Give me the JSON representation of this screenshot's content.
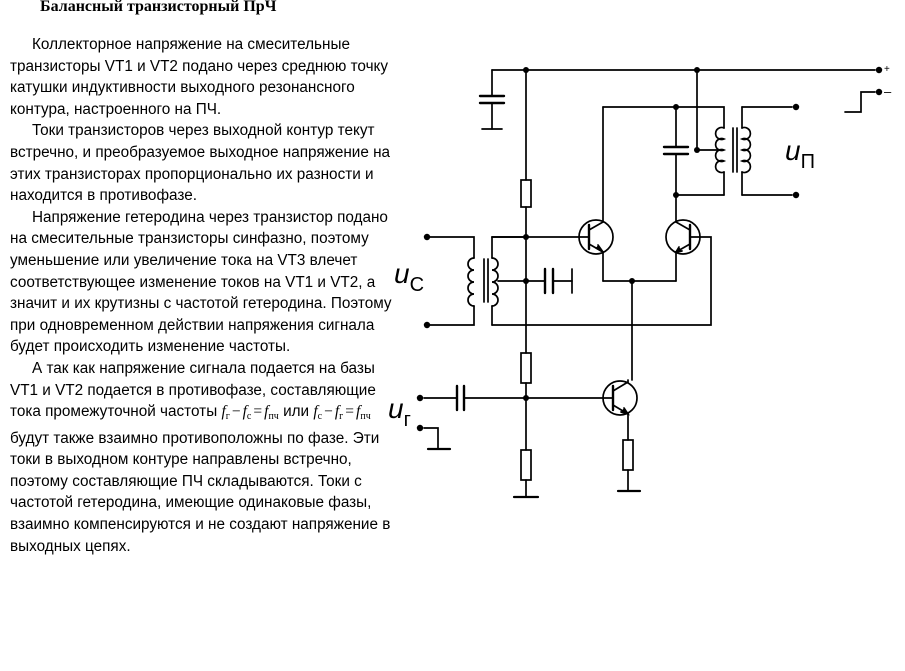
{
  "title": "Балансный транзисторный ПрЧ",
  "paragraphs": [
    "Коллекторное напряжение на смесительные транзисторы VT1 и VT2 подано через среднюю точку катушки индуктивности выходного резонансного контура, настроенного на ПЧ.",
    "Токи транзисторов через выходной контур текут встречно, и преобразуемое выходное напряжение на этих транзисторах пропорционально их разности и находится в противофазе.",
    "Напряжение гетеродина через транзистор подано на смесительные транзисторы синфазно, поэтому уменьшение или увеличение тока на VT3 влечет соответствующее изменение токов на VT1 и VT2, а значит и их крутизны с частотой гетеродина. Поэтому при одновременном действии напряжения сигнала будет происходить изменение частоты."
  ],
  "last_paragraph": {
    "before": "А так как напряжение сигнала подается на базы VT1 и VT2 подается в противофазе, составляющие тока промежуточной частоты",
    "f1": "f",
    "sub_g": "г",
    "minus": "−",
    "sub_c": "с",
    "equals": "=",
    "sub_pch": "пч",
    "or": "или",
    "after": "будут также взаимно противоположны по фазе. Эти токи в выходном контуре направлены встречно, поэтому составляющие ПЧ складываются. Токи с частотой гетеродина, имеющие одинаковые фазы, взаимно компенсируются и не создают напряжение в выходных цепях."
  },
  "schematic": {
    "plus": "+",
    "minus": "–",
    "u_main": "u",
    "sub_p": "П",
    "sub_c": "С",
    "sub_g": "г"
  }
}
